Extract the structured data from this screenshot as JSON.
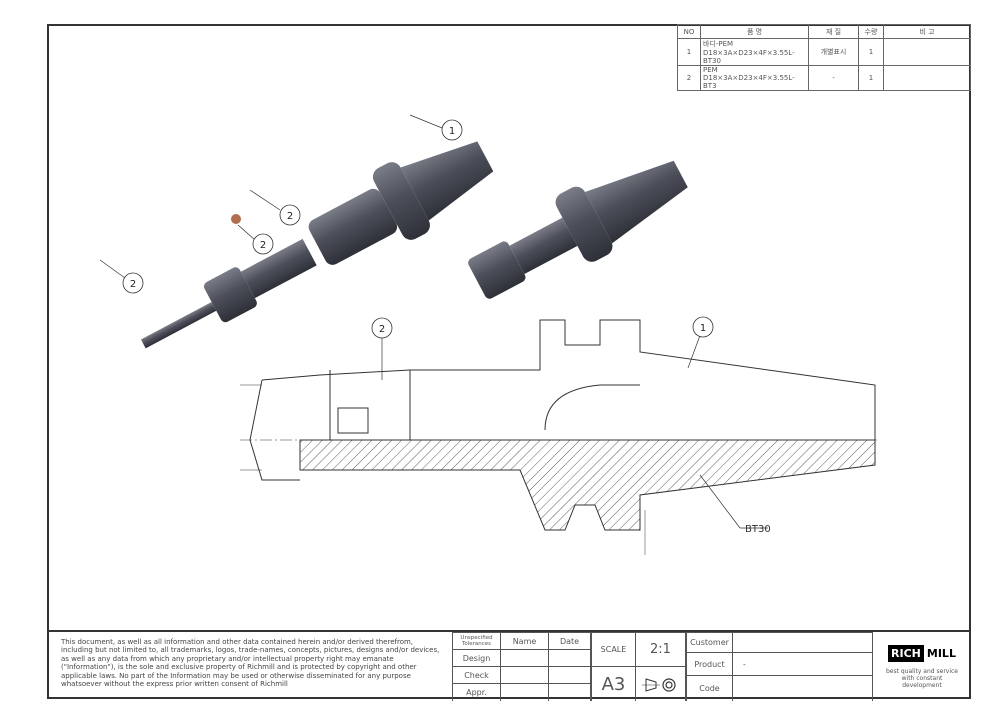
{
  "bom": {
    "headers": [
      "NO",
      "품          명",
      "재   질",
      "수량",
      "비          고"
    ],
    "rows": [
      {
        "no": "1",
        "name": "바디-PEM D18×3A×D23×4F×3.55L-BT30",
        "material": "개별표시",
        "qty": "1",
        "remark": ""
      },
      {
        "no": "2",
        "name": "PEM D18×3A×D23×4F×3.55L-BT3",
        "material": "-",
        "qty": "1",
        "remark": ""
      }
    ]
  },
  "balloons": {
    "b1": "1",
    "b2": "2",
    "b3": "2",
    "b4": "2",
    "b5": "2",
    "b6": "1"
  },
  "section_label": "BT30",
  "title_block": {
    "disclaimer": "This document, as well as all information and other data contained herein and/or derived therefrom, including but not limited to, all trademarks, logos, trade-names, concepts, pictures, designs and/or devices, as well as any data from which any proprietary and/or intellectual property right may emanate (\"Information\"), is the sole and exclusive property of Richmill and is protected by copyright and other applicable laws. No part of the Information may be used or otherwise disseminated for any purpose whatsoever without the express prior written consent of Richmill",
    "tolerances": "Unspecified Tolerances",
    "name": "Name",
    "date": "Date",
    "design": "Design",
    "check": "Check",
    "appr": "Appr.",
    "scale_label": "SCALE",
    "scale": "2:1",
    "size": "A3",
    "customer": "Customer",
    "product": "Product",
    "code": "Code",
    "product_value": "-",
    "logo": {
      "text1": "RICH",
      "text2": "MILL",
      "tagline": "best quality and service with constant development"
    }
  }
}
